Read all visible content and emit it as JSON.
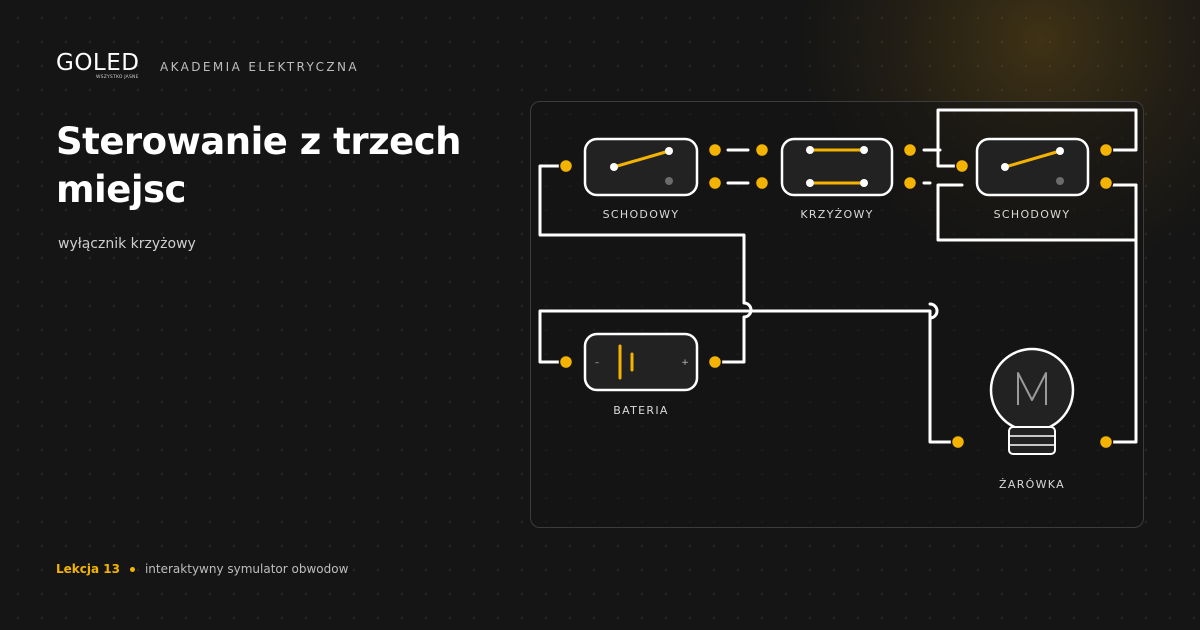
{
  "brand": {
    "logo_text": "GOLED",
    "logo_tagline": "WSZYSTKO JASNE",
    "academy": "AKADEMIA ELEKTRYCZNA"
  },
  "lesson": {
    "title": "Sterowanie z trzech miejsc",
    "subtitle": "wyłącznik krzyżowy",
    "number": "Lekcja 13",
    "description": "interaktywny symulator obwodow"
  },
  "circuit": {
    "components": [
      {
        "id": "switch1",
        "type": "stair-switch",
        "label": "SCHODOWY"
      },
      {
        "id": "switch2",
        "type": "cross-switch",
        "label": "KRZYŻOWY"
      },
      {
        "id": "switch3",
        "type": "stair-switch",
        "label": "SCHODOWY"
      },
      {
        "id": "battery",
        "type": "battery",
        "label": "BATERIA",
        "minus": "–",
        "plus": "+"
      },
      {
        "id": "bulb",
        "type": "bulb",
        "label": "ŻARÓWKA"
      }
    ]
  },
  "colors": {
    "accent": "#f5b301",
    "wire": "#ffffff",
    "background": "#151515",
    "component_fill": "#222222"
  }
}
